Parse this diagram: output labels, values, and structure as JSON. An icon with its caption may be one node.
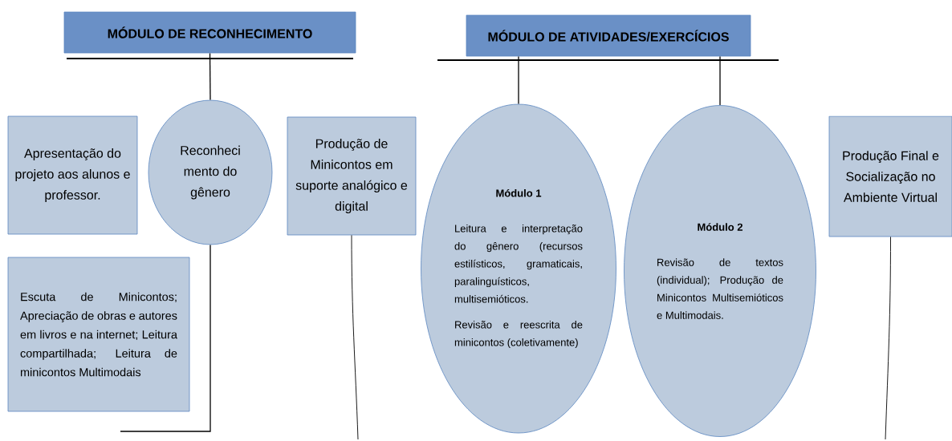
{
  "diagram": {
    "nodes": [
      {
        "text": [
          "MÓDULO DE RECONHECIMENTO"
        ]
      },
      {
        "text": [
          "Apresentação do projeto aos alunos e professor."
        ]
      },
      {
        "text": [
          "Reconheci mento do gênero"
        ]
      },
      {
        "text": [
          "Produção de Minicontos em suporte analógico e digital"
        ]
      },
      {
        "text": [
          "Escuta de Minicontos; Apreciação de obras e autores em livros e na internet; Leitura compartilhada; Leitura de minicontos Multimodais"
        ]
      },
      {
        "text": [
          "MÓDULO DE ATIVIDADES/EXERCÍCIOS"
        ]
      },
      {
        "text": [
          "Módulo 1",
          "Leitura e interpretação do gênero (recursos estilísticos, gramaticais, paralinguísticos, multisemióticos.",
          "Revisão e reescrita de minicontos (coletivamente)"
        ]
      },
      {
        "text": [
          "Módulo 2",
          "Revisão de textos (individual); Produção de Minicontos Multisemióticos e Multimodais."
        ]
      },
      {
        "text": [
          "Produção Final e Socialização no Ambiente Virtual"
        ]
      }
    ],
    "edges": [
      {
        "from": 0,
        "to": 2,
        "arrow": "none"
      },
      {
        "from": 2,
        "to": null,
        "arrow": "none"
      },
      {
        "from": 3,
        "to": null,
        "arrow": "none"
      },
      {
        "from": 5,
        "to": 6,
        "arrow": "none"
      },
      {
        "from": 5,
        "to": 7,
        "arrow": "none"
      },
      {
        "from": 8,
        "to": null,
        "arrow": "none"
      }
    ]
  }
}
